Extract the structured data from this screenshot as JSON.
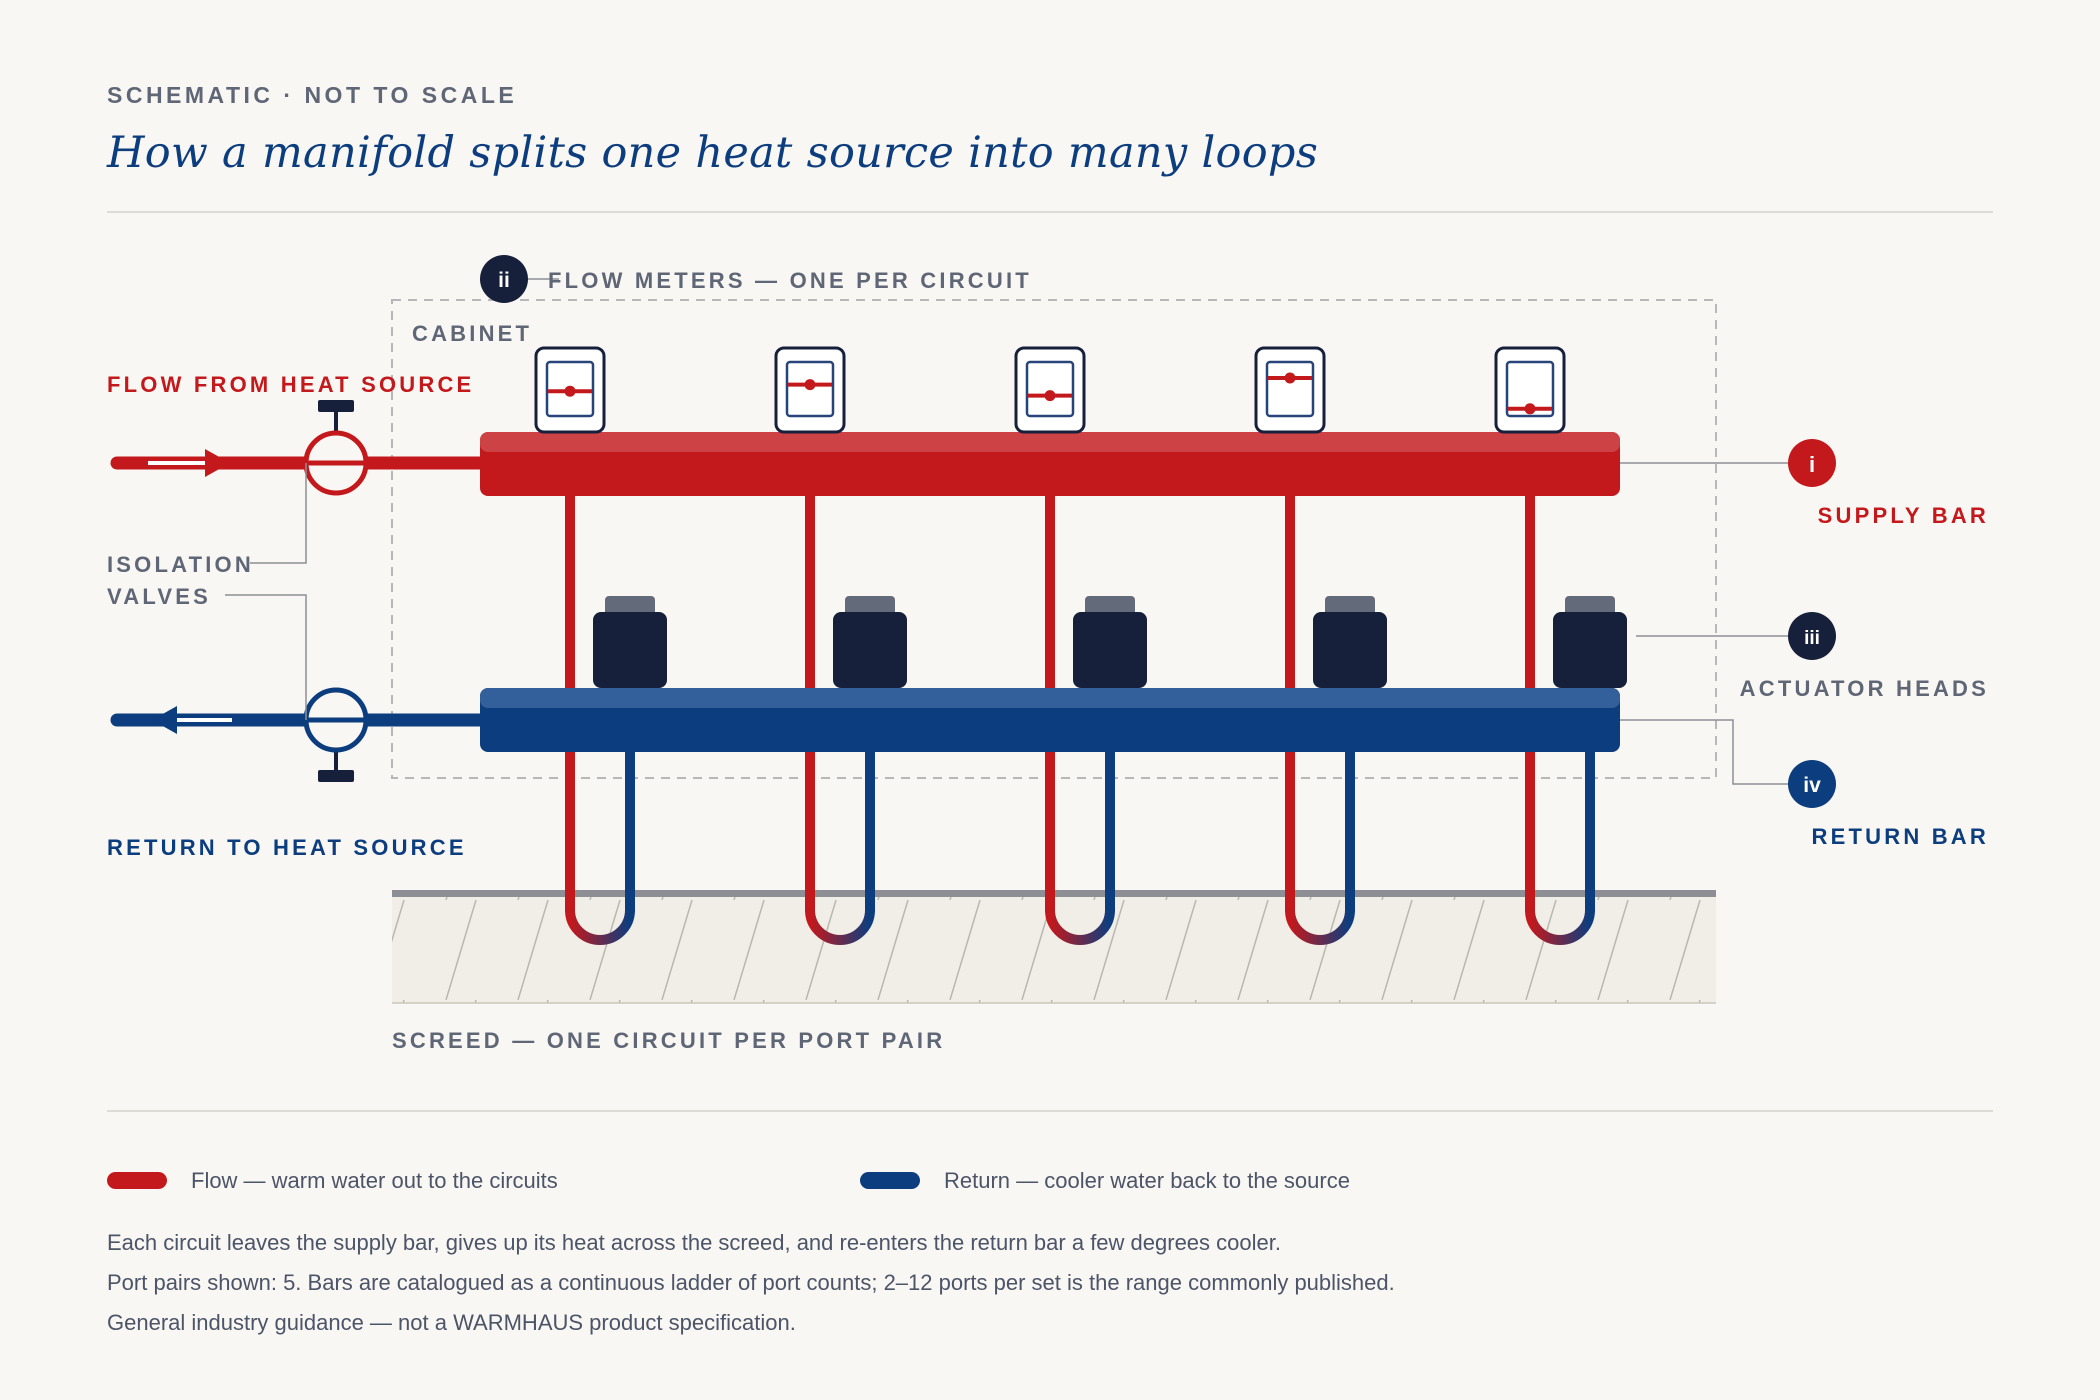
{
  "header": {
    "eyebrow": "SCHEMATIC · NOT TO SCALE",
    "title": "How a manifold splits one heat source into many loops"
  },
  "diagram": {
    "labels": {
      "flow_meters": "FLOW METERS — ONE PER CIRCUIT",
      "cabinet": "CABINET",
      "flow_from_source": "FLOW FROM HEAT SOURCE",
      "isolation_line1": "ISOLATION",
      "isolation_line2": "VALVES",
      "return_to_source": "RETURN TO HEAT SOURCE",
      "supply_bar": "SUPPLY BAR",
      "actuator_heads": "ACTUATOR HEADS",
      "return_bar": "RETURN BAR",
      "screed": "SCREED — ONE CIRCUIT PER PORT PAIR"
    },
    "callouts": {
      "supply": "i",
      "meters": "ii",
      "actuators": "iii",
      "return": "iv"
    },
    "circuit_count": 5,
    "flow_meter_levels": [
      0.55,
      0.4,
      0.65,
      0.25,
      0.95
    ],
    "colors": {
      "flow": "#c4191c",
      "return": "#0c3d7e",
      "navy": "#16203a",
      "grey_text": "#5f6676",
      "screed": "#f0eee6"
    }
  },
  "legend": {
    "flow": "Flow — warm water out to the circuits",
    "return": "Return — cooler water back to the source"
  },
  "notes": [
    "Each circuit leaves the supply bar, gives up its heat across the screed, and re-enters the return bar a few degrees cooler.",
    "Port pairs shown: 5. Bars are catalogued as a continuous ladder of port counts; 2–12 ports per set is the range commonly published.",
    "General industry guidance — not a WARMHAUS product specification."
  ]
}
